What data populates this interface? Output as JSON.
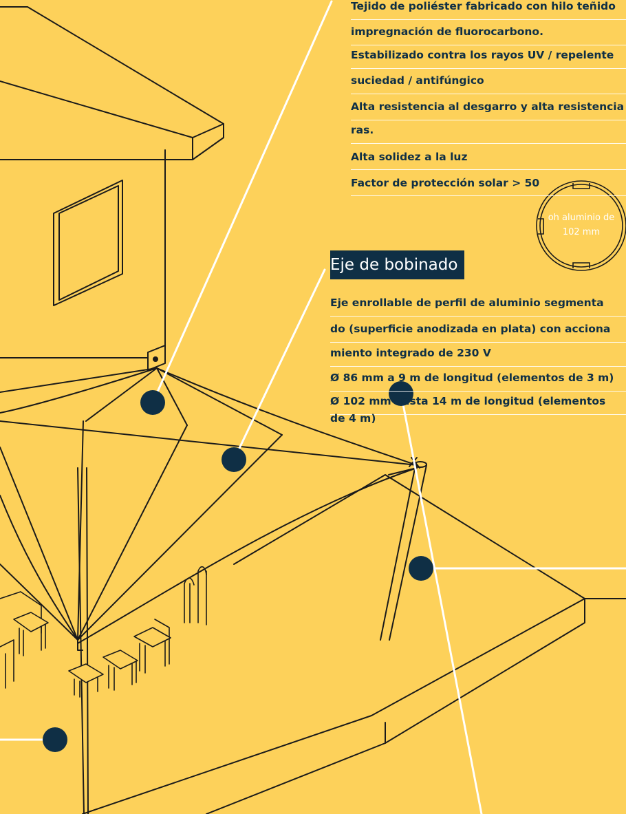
{
  "colors": {
    "background": "#FDD15A",
    "line": "#1A1A1A",
    "callout_dot": "#0F2F45",
    "leader_line": "#FFFFFF",
    "label_bg": "#0F2F45"
  },
  "fabric_properties": {
    "lines": [
      "Tejido de poliéster fabricado con hilo teñido",
      "impregnación de fluorocarbono.",
      "Estabilizado contra los rayos UV / repelente",
      "suciedad / antifúngico",
      "Alta resistencia al desgarro y alta resistencia",
      "ras.",
      "Alta solidez a la luz",
      "Factor de protección solar > 50"
    ]
  },
  "profile": {
    "label_line1": "oh aluminio de",
    "label_line2": "102 mm"
  },
  "winding_shaft": {
    "title": "Eje de bobinado",
    "lines": [
      "Eje enrollable de perfil de aluminio segmenta",
      "do (superficie anodizada en plata) con acciona",
      "miento integrado de 230 V",
      "Ø 86 mm a 9 m de longitud (elementos de 3 m)",
      "Ø 102 mm hasta 14 m de longitud (elementos",
      "de 4 m)"
    ]
  },
  "icons": {
    "callout": "callout-dot-icon",
    "profile": "aluminium-profile-section-icon"
  }
}
